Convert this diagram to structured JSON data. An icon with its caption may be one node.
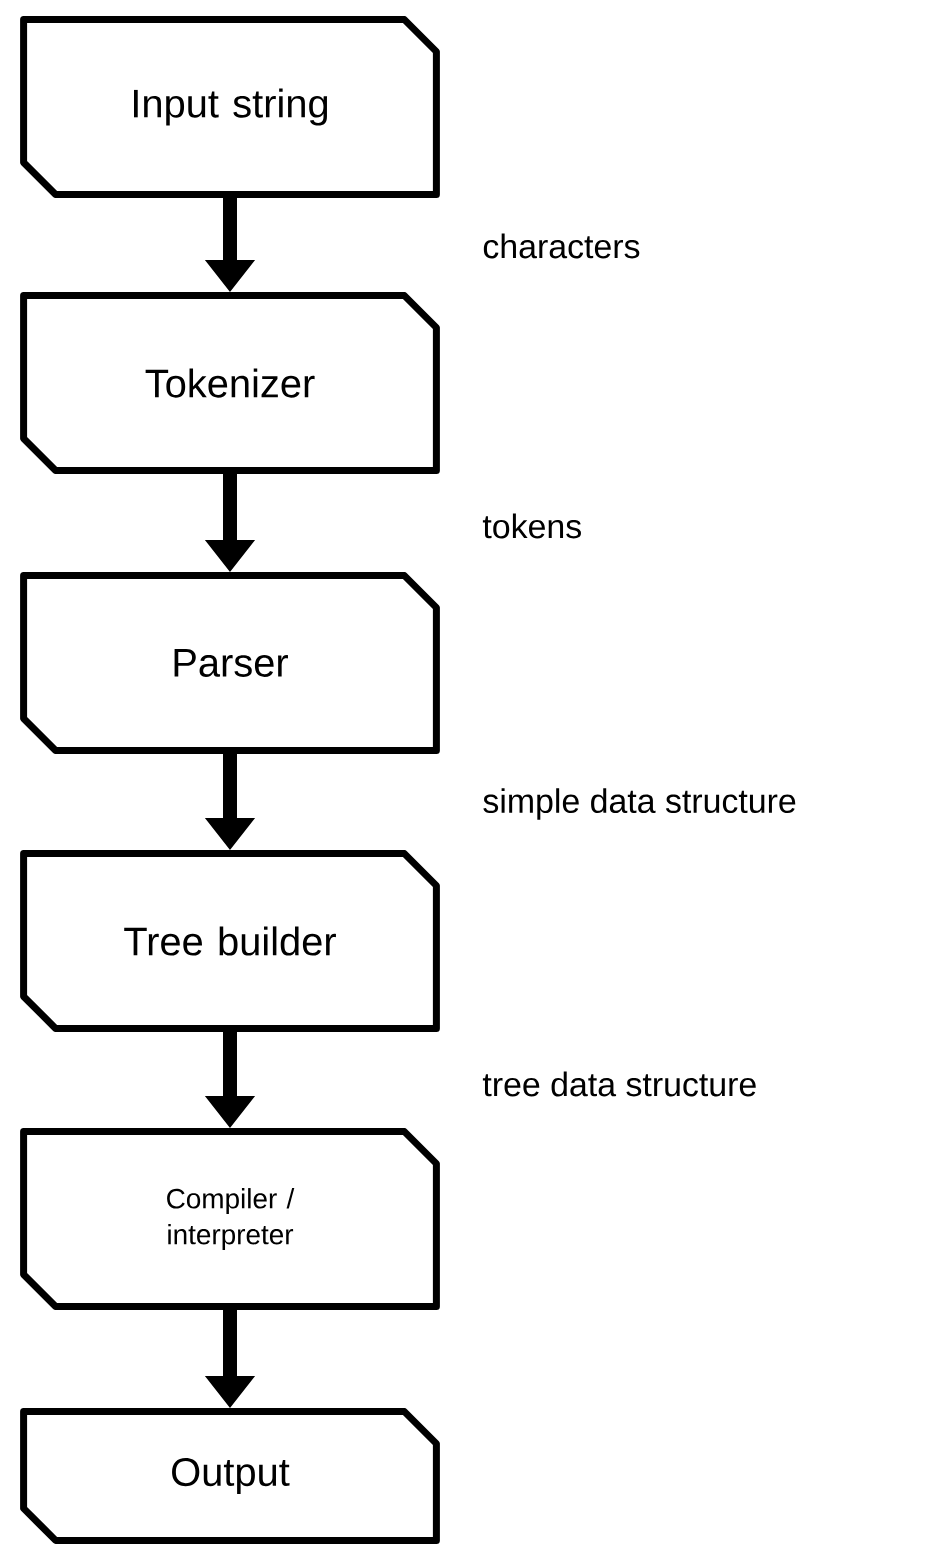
{
  "diagram": {
    "nodes": [
      {
        "text": [
          "Input string"
        ]
      },
      {
        "text": [
          "Tokenizer"
        ]
      },
      {
        "text": [
          "Parser"
        ]
      },
      {
        "text": [
          "Tree builder"
        ]
      },
      {
        "text": [
          "Compiler / interpreter"
        ]
      },
      {
        "text": [
          "Output"
        ]
      }
    ],
    "edges": [
      {
        "from": 0,
        "to": 1,
        "arrow": "to"
      },
      {
        "from": 1,
        "to": 2,
        "arrow": "to"
      },
      {
        "from": 2,
        "to": 3,
        "arrow": "to"
      },
      {
        "from": 3,
        "to": 4,
        "arrow": "to"
      },
      {
        "from": 4,
        "to": 5,
        "arrow": "to"
      }
    ],
    "labels": [
      "characters",
      "tokens",
      "simple data structure",
      "tree data structure"
    ]
  }
}
